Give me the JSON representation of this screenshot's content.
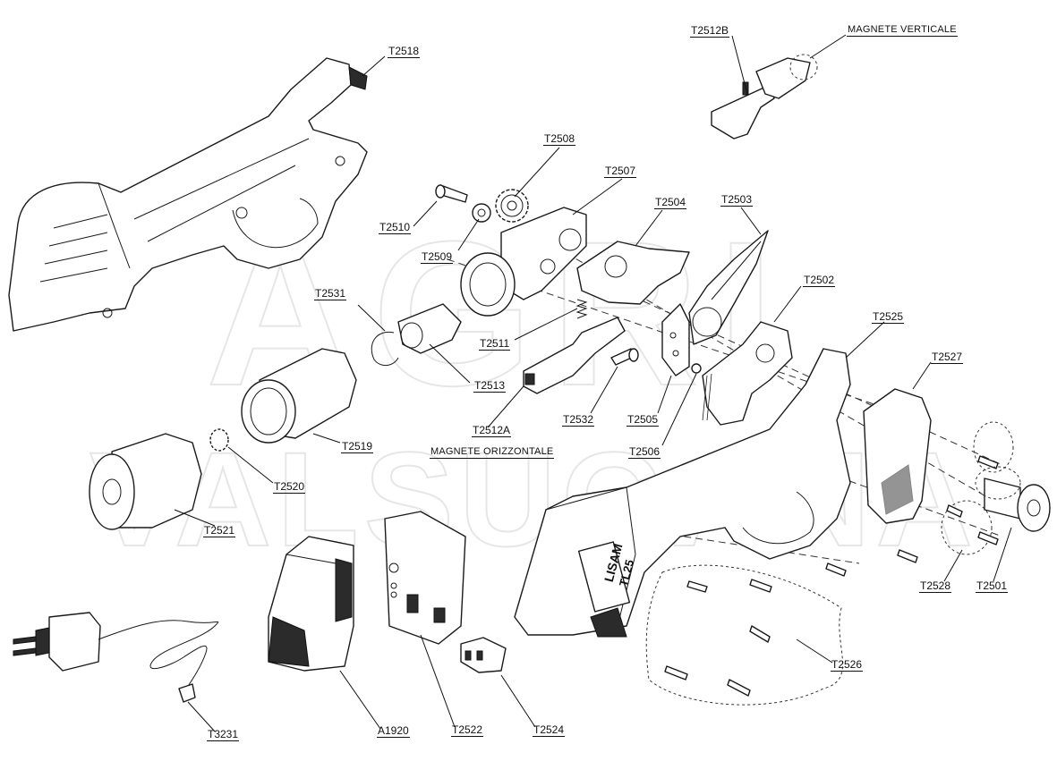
{
  "labels": {
    "t2518": "T2518",
    "t2512b": "T2512B",
    "magnete_verticale": "MAGNETE VERTICALE",
    "t2508": "T2508",
    "t2507": "T2507",
    "t2504": "T2504",
    "t2503": "T2503",
    "t2510": "T2510",
    "t2509": "T2509",
    "t2502": "T2502",
    "t2531": "T2531",
    "t2525": "T2525",
    "t2511": "T2511",
    "t2527": "T2527",
    "t2513": "T2513",
    "t2512a": "T2512A",
    "t2532": "T2532",
    "t2505": "T2505",
    "magnete_orizzontale": "MAGNETE ORIZZONTALE",
    "t2519": "T2519",
    "t2506": "T2506",
    "t2520": "T2520",
    "t2521": "T2521",
    "t2528": "T2528",
    "t2501": "T2501",
    "t2526": "T2526",
    "t3231": "T3231",
    "a1920": "A1920",
    "t2522": "T2522",
    "t2524": "T2524"
  },
  "body_marking": {
    "brand": "LISAM",
    "model": "TL25"
  },
  "watermark": {
    "line1": "AGRI",
    "line2": "VALSUGANA"
  }
}
